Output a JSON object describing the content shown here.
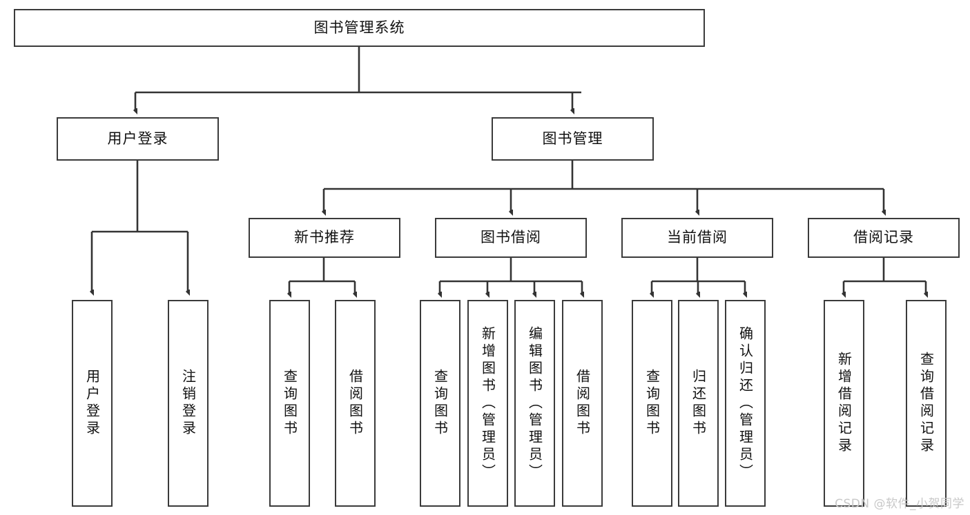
{
  "diagram": {
    "title": "图书管理系统",
    "type": "tree",
    "root": {
      "id": "root",
      "label": "图书管理系统"
    },
    "level1": [
      {
        "id": "user-login",
        "label": "用户登录"
      },
      {
        "id": "book-management",
        "label": "图书管理"
      }
    ],
    "level2": [
      {
        "id": "new-book-recommend",
        "label": "新书推荐",
        "parent": "book-management"
      },
      {
        "id": "book-borrow",
        "label": "图书借阅",
        "parent": "book-management"
      },
      {
        "id": "current-borrow",
        "label": "当前借阅",
        "parent": "book-management"
      },
      {
        "id": "borrow-record",
        "label": "借阅记录",
        "parent": "book-management"
      }
    ],
    "leaves": [
      {
        "id": "leaf-user-login",
        "label": "用户登录",
        "parent": "user-login"
      },
      {
        "id": "leaf-logout",
        "label": "注销登录",
        "parent": "user-login"
      },
      {
        "id": "leaf-query-book-1",
        "label": "查询图书",
        "parent": "new-book-recommend"
      },
      {
        "id": "leaf-borrow-book-1",
        "label": "借阅图书",
        "parent": "new-book-recommend"
      },
      {
        "id": "leaf-query-book-2",
        "label": "查询图书",
        "parent": "book-borrow"
      },
      {
        "id": "leaf-add-book",
        "label": "新增图书（管理员）",
        "parent": "book-borrow"
      },
      {
        "id": "leaf-edit-book",
        "label": "编辑图书（管理员）",
        "parent": "book-borrow"
      },
      {
        "id": "leaf-borrow-book-2",
        "label": "借阅图书",
        "parent": "book-borrow"
      },
      {
        "id": "leaf-query-book-3",
        "label": "查询图书",
        "parent": "current-borrow"
      },
      {
        "id": "leaf-return-book",
        "label": "归还图书",
        "parent": "current-borrow"
      },
      {
        "id": "leaf-confirm-return",
        "label": "确认归还（管理员）",
        "parent": "current-borrow"
      },
      {
        "id": "leaf-add-record",
        "label": "新增借阅记录",
        "parent": "borrow-record"
      },
      {
        "id": "leaf-query-record",
        "label": "查询借阅记录",
        "parent": "borrow-record"
      }
    ],
    "watermark": "CSDN @软件_小贺同学",
    "colors": {
      "box_border": "#3a3a3a",
      "box_fill": "#ffffff",
      "edge": "#333333",
      "text": "#111111",
      "watermark": "#c8c8c8",
      "background": "#ffffff"
    }
  }
}
